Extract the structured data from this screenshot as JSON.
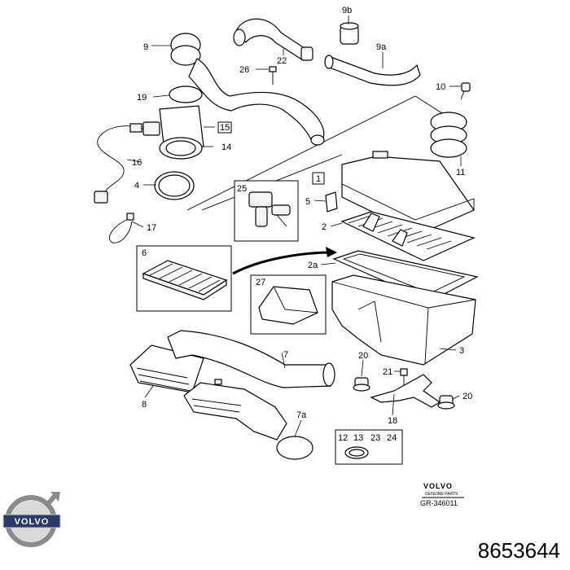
{
  "callouts": {
    "c9b": "9b",
    "c9": "9",
    "c9a": "9a",
    "c22": "22",
    "c26": "26",
    "c19": "19",
    "c10": "10",
    "c15": "15",
    "c16": "16",
    "c14": "14",
    "c11": "11",
    "c4": "4",
    "c1": "1",
    "c25": "25",
    "c5": "5",
    "c2": "2",
    "c17": "17",
    "c6": "6",
    "c2a": "2a",
    "c27": "27",
    "c3": "3",
    "c7": "7",
    "c20a": "20",
    "c21": "21",
    "c20b": "20",
    "c8": "8",
    "c18": "18",
    "c7a": "7a",
    "c12": "12",
    "c13": "13",
    "c23": "23",
    "c24": "24"
  },
  "logo": {
    "brand": "VOLVO",
    "small_brand": "VOLVO",
    "small_sub": "GENUINE PARTS",
    "drawing_ref": "GR-346011"
  },
  "part_number": "8653644"
}
